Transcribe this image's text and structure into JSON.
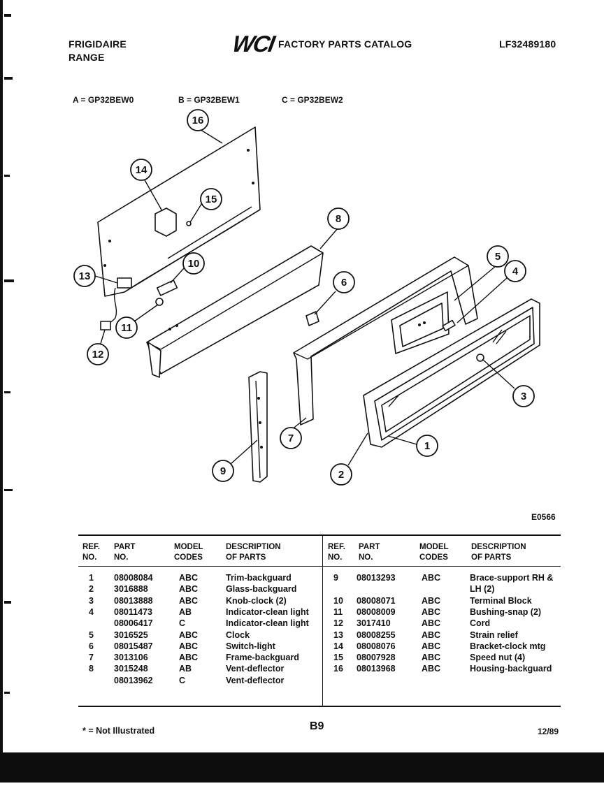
{
  "header": {
    "brand": "FRIGIDAIRE",
    "product": "RANGE",
    "logo_text": "WCI",
    "catalog_title": "FACTORY PARTS CATALOG",
    "catalog_number": "LF32489180"
  },
  "models": [
    {
      "key": "A",
      "text": "A = GP32BEW0"
    },
    {
      "key": "B",
      "text": "B = GP32BEW1"
    },
    {
      "key": "C",
      "text": "C = GP32BEW2"
    }
  ],
  "diagram": {
    "code": "E0566",
    "callouts": [
      "1",
      "2",
      "3",
      "4",
      "5",
      "6",
      "7",
      "8",
      "9",
      "10",
      "11",
      "12",
      "13",
      "14",
      "15",
      "16"
    ]
  },
  "table": {
    "headers": {
      "ref": [
        "REF.",
        "NO."
      ],
      "part": [
        "PART",
        "NO."
      ],
      "model": [
        "MODEL",
        "CODES"
      ],
      "desc": [
        "DESCRIPTION",
        "OF PARTS"
      ]
    },
    "left_rows": [
      {
        "ref": "1",
        "part": "08008084",
        "codes": "ABC",
        "desc": "Trim-backguard"
      },
      {
        "ref": "2",
        "part": "3016888",
        "codes": "ABC",
        "desc": "Glass-backguard"
      },
      {
        "ref": "3",
        "part": "08013888",
        "codes": "ABC",
        "desc": "Knob-clock (2)"
      },
      {
        "ref": "4",
        "part": "08011473",
        "codes": "AB",
        "desc": "Indicator-clean light"
      },
      {
        "ref": "",
        "part": "08006417",
        "codes": "C",
        "desc": "Indicator-clean light"
      },
      {
        "ref": "5",
        "part": "3016525",
        "codes": "ABC",
        "desc": "Clock"
      },
      {
        "ref": "6",
        "part": "08015487",
        "codes": "ABC",
        "desc": "Switch-light"
      },
      {
        "ref": "7",
        "part": "3013106",
        "codes": "ABC",
        "desc": "Frame-backguard"
      },
      {
        "ref": "8",
        "part": "3015248",
        "codes": "AB",
        "desc": "Vent-deflector"
      },
      {
        "ref": "",
        "part": "08013962",
        "codes": "C",
        "desc": "Vent-deflector"
      }
    ],
    "right_rows": [
      {
        "ref": "9",
        "part": "08013293",
        "codes": "ABC",
        "desc": "Brace-support RH &"
      },
      {
        "ref": "",
        "part": "",
        "codes": "",
        "desc": "LH (2)"
      },
      {
        "ref": "10",
        "part": "08008071",
        "codes": "ABC",
        "desc": "Terminal Block"
      },
      {
        "ref": "11",
        "part": "08008009",
        "codes": "ABC",
        "desc": "Bushing-snap (2)"
      },
      {
        "ref": "12",
        "part": "3017410",
        "codes": "ABC",
        "desc": "Cord"
      },
      {
        "ref": "13",
        "part": "08008255",
        "codes": "ABC",
        "desc": "Strain relief"
      },
      {
        "ref": "14",
        "part": "08008076",
        "codes": "ABC",
        "desc": "Bracket-clock mtg"
      },
      {
        "ref": "15",
        "part": "08007928",
        "codes": "ABC",
        "desc": "Speed nut (4)"
      },
      {
        "ref": "16",
        "part": "08013968",
        "codes": "ABC",
        "desc": "Housing-backguard"
      }
    ]
  },
  "footer": {
    "note": "* = Not Illustrated",
    "page": "B9",
    "date": "12/89"
  }
}
